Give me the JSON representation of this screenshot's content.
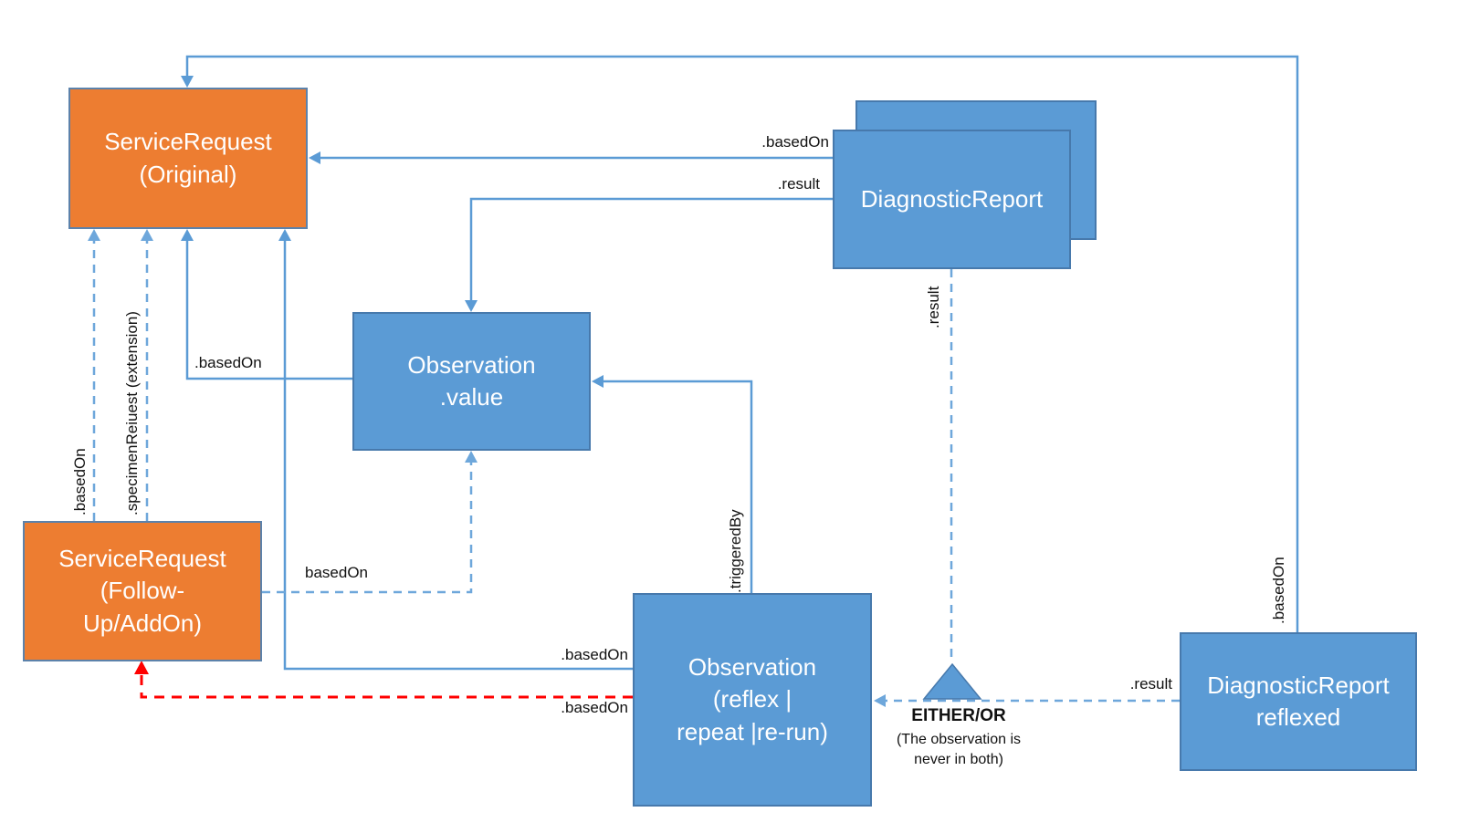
{
  "colors": {
    "orange_fill": "#ED7D31",
    "blue_fill": "#5B9BD5",
    "blue_line": "#5B9BD5",
    "blue_dashed": "#6EA7DB",
    "red_dashed": "#FF0000",
    "blue_border": "#4779AC",
    "orange_border": "#5C82AB"
  },
  "boxes": {
    "sr_original": "ServiceRequest\n(Original)",
    "sr_followup": "ServiceRequest\n(Follow-\nUp/AddOn)",
    "diagnostic_report": "DiagnosticReport",
    "obs_value": "Observation\n.value",
    "obs_reflex": "Observation\n(reflex |\nrepeat |re-run)",
    "dr_reflexed": "DiagnosticReport\nreflexed"
  },
  "edge_labels": {
    "basedon_dr_to_sr": ".basedOn",
    "result_dr_to_obsvalue": ".result",
    "basedon_obsvalue_to_sr": ".basedOn",
    "basedon_reflex_to_sr": ".basedOn",
    "basedon_reflex_to_followup": ".basedOn",
    "basedon_followup_to_obsvalue": "basedOn",
    "result_reflexed_to_reflex": ".result",
    "basedon_reflexed_to_sr": ".basedOn",
    "result_dr_to_triangle": ".result",
    "triggeredby_reflex_to_obsvalue": ".triggeredBy",
    "basedon_followup_to_sr": ".basedOn",
    "specimenrequest_followup_to_sr": ".specimenReiuest (extension)"
  },
  "annotations": {
    "either_or": "EITHER/OR",
    "either_or_note": "(The observation is\nnever in both)"
  }
}
